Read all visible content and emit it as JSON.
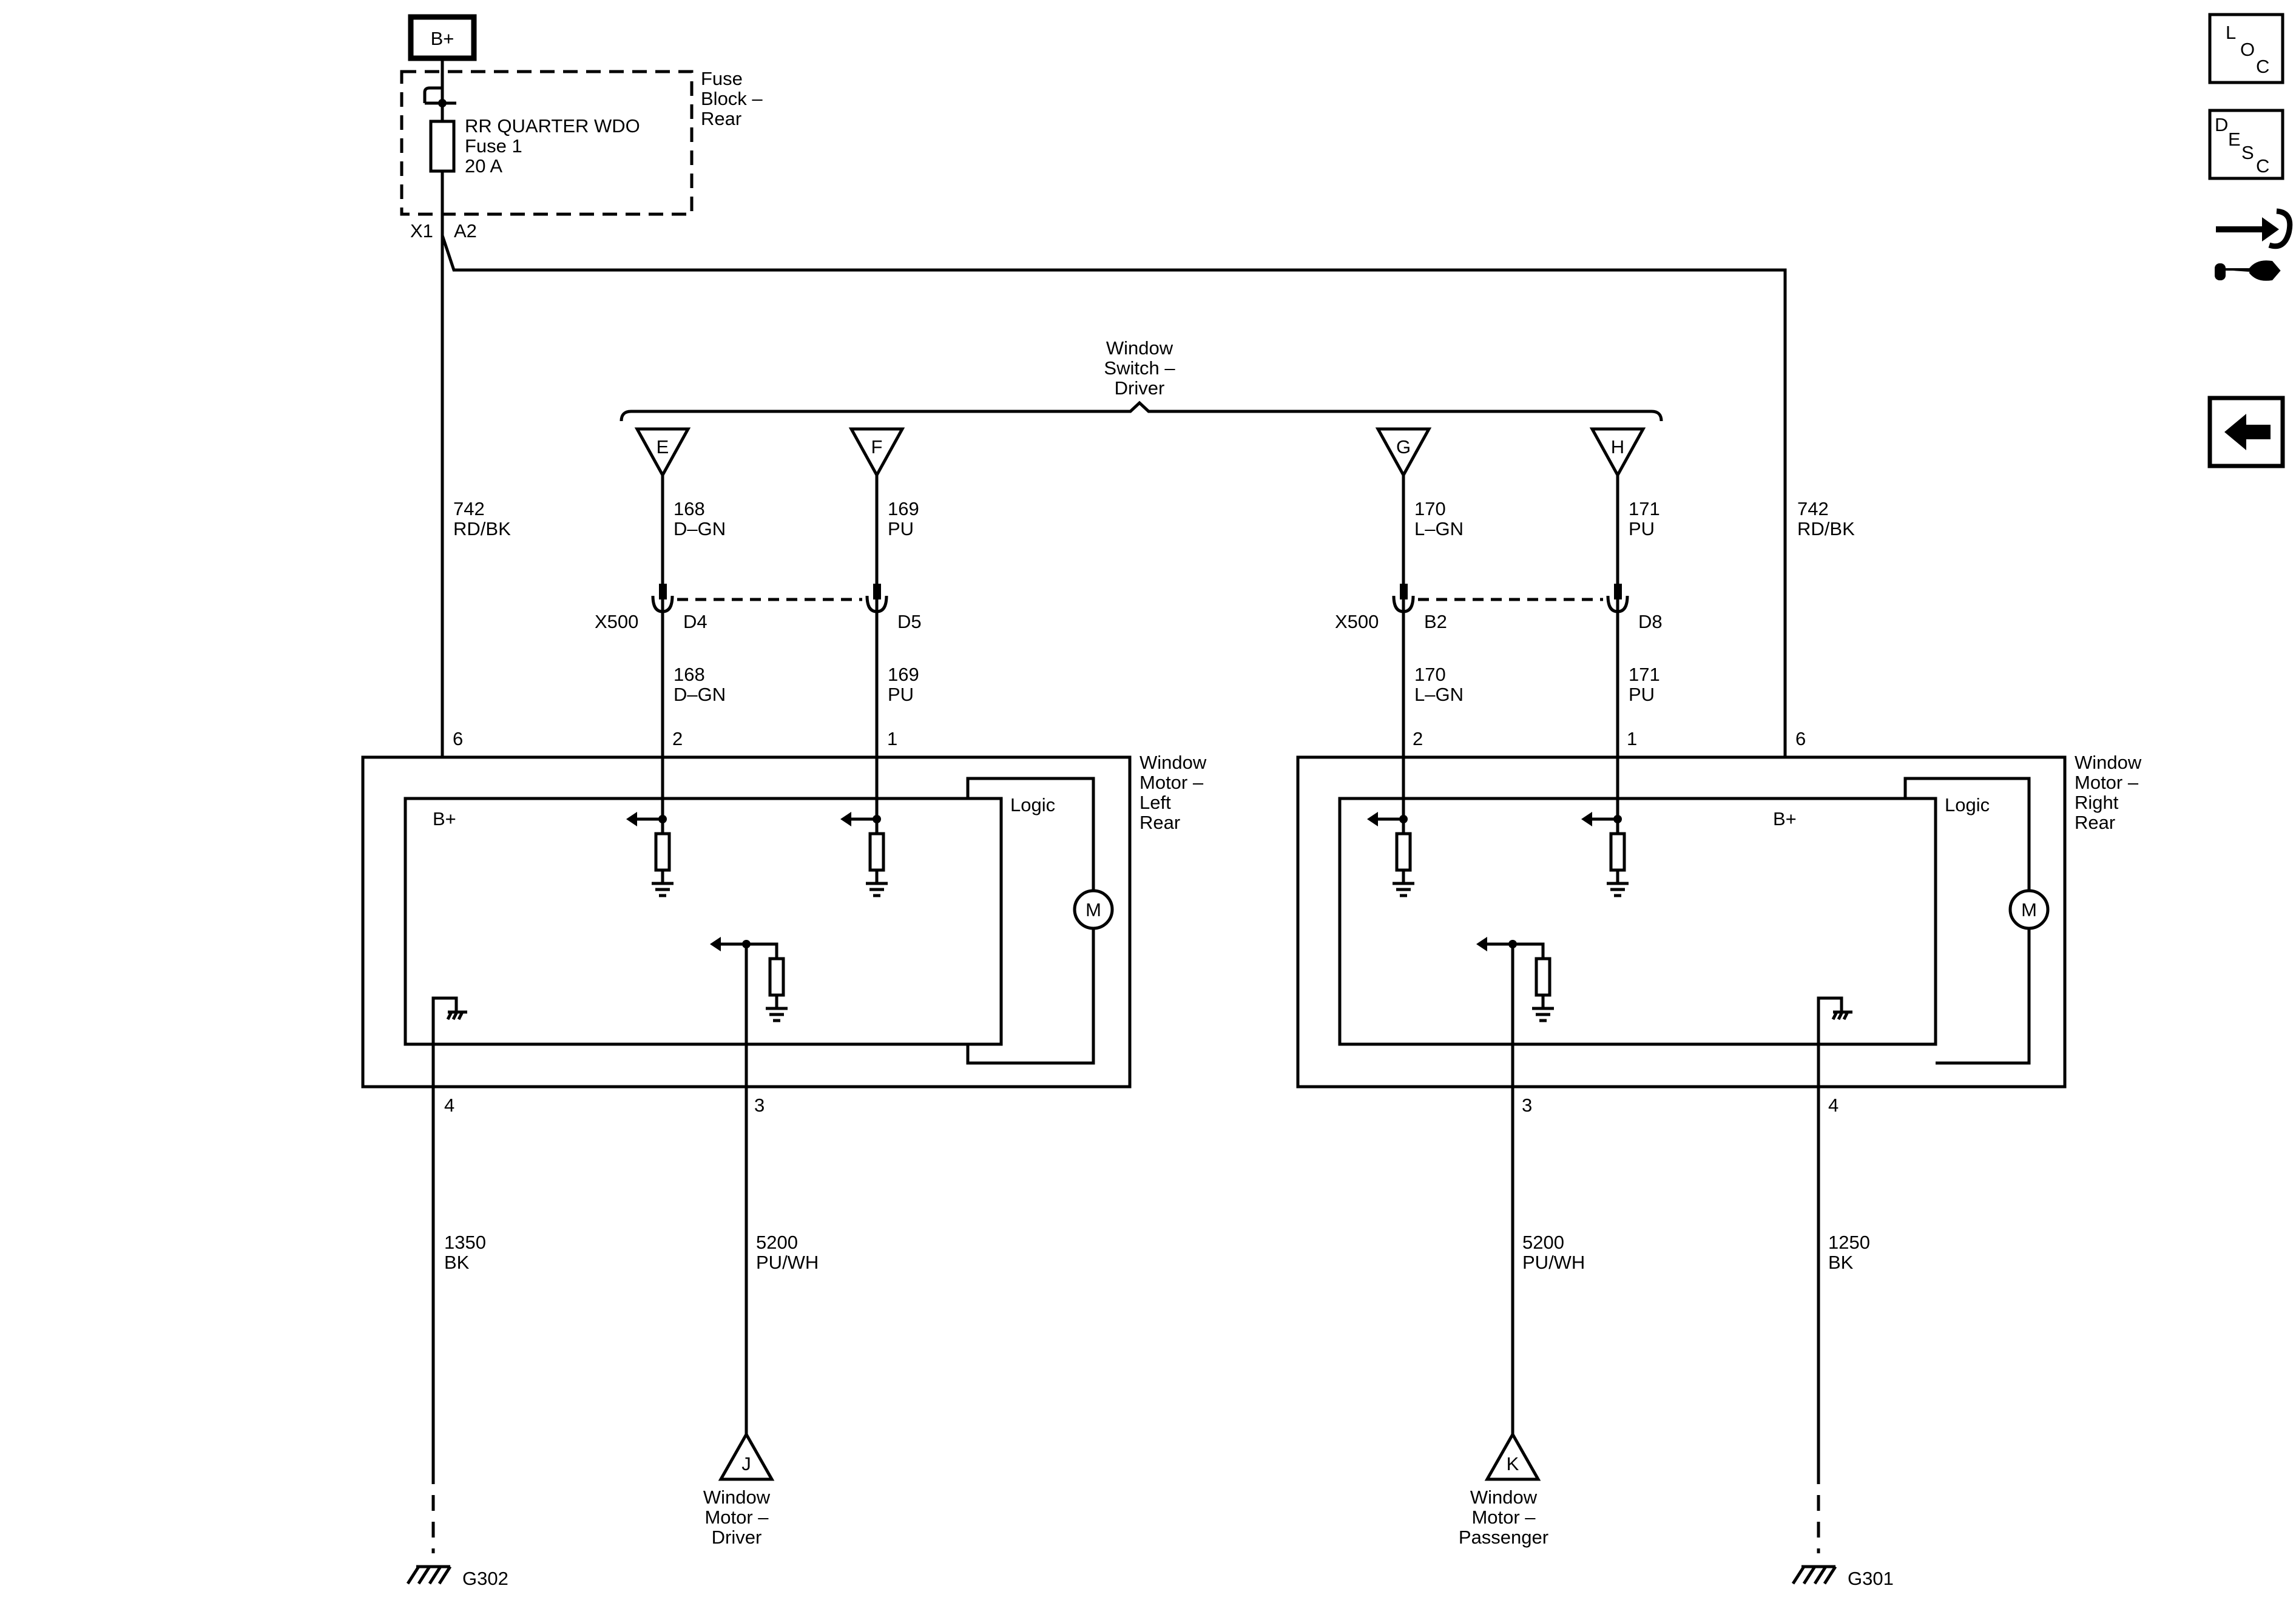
{
  "power": {
    "label": "B+"
  },
  "fuse_block": {
    "title": [
      "Fuse",
      "Block –",
      "Rear"
    ],
    "fuse_lines": [
      "RR QUARTER WDO",
      "Fuse 1",
      "20 A"
    ],
    "pin_x1": "X1",
    "pin_a2": "A2"
  },
  "switch": {
    "title": [
      "Window",
      "Switch –",
      "Driver"
    ]
  },
  "switch_pins": [
    "E",
    "F",
    "G",
    "H"
  ],
  "wires": {
    "feed_left": [
      "742",
      "RD/BK"
    ],
    "feed_right": [
      "742",
      "RD/BK"
    ],
    "e_top": [
      "168",
      "D–GN"
    ],
    "f_top": [
      "169",
      "PU"
    ],
    "g_top": [
      "170",
      "L–GN"
    ],
    "h_top": [
      "171",
      "PU"
    ],
    "e_bot": [
      "168",
      "D–GN"
    ],
    "f_bot": [
      "169",
      "PU"
    ],
    "g_bot": [
      "170",
      "L–GN"
    ],
    "h_bot": [
      "171",
      "PU"
    ],
    "gnd_left": [
      "1350",
      "BK"
    ],
    "gnd_right": [
      "1250",
      "BK"
    ],
    "lin_left": [
      "5200",
      "PU/WH"
    ],
    "lin_right": [
      "5200",
      "PU/WH"
    ]
  },
  "connectors": {
    "left": {
      "name": "X500",
      "pins": [
        "D4",
        "D5"
      ]
    },
    "right": {
      "name": "X500",
      "pins": [
        "B2",
        "D8"
      ]
    }
  },
  "motor_left": {
    "title": [
      "Window",
      "Motor –",
      "Left",
      "Rear"
    ],
    "logic": "Logic",
    "bplus": "B+",
    "motor_symbol": "M",
    "pins": {
      "p6": "6",
      "p2": "2",
      "p1": "1",
      "p4": "4",
      "p3": "3"
    }
  },
  "motor_right": {
    "title": [
      "Window",
      "Motor –",
      "Right",
      "Rear"
    ],
    "logic": "Logic",
    "bplus": "B+",
    "motor_symbol": "M",
    "pins": {
      "p2": "2",
      "p1": "1",
      "p6": "6",
      "p3": "3",
      "p4": "4"
    }
  },
  "lin_left": {
    "pin": "J",
    "label": [
      "Window",
      "Motor –",
      "Driver"
    ]
  },
  "lin_right": {
    "pin": "K",
    "label": [
      "Window",
      "Motor –",
      "Passenger"
    ]
  },
  "grounds": {
    "left": "G302",
    "right": "G301"
  },
  "toolbar": {
    "loc": [
      "L",
      "O",
      "C"
    ],
    "desc": [
      "D",
      "E",
      "S",
      "C"
    ],
    "icons": [
      "connector-wrench-icon",
      "back-arrow-icon"
    ]
  }
}
